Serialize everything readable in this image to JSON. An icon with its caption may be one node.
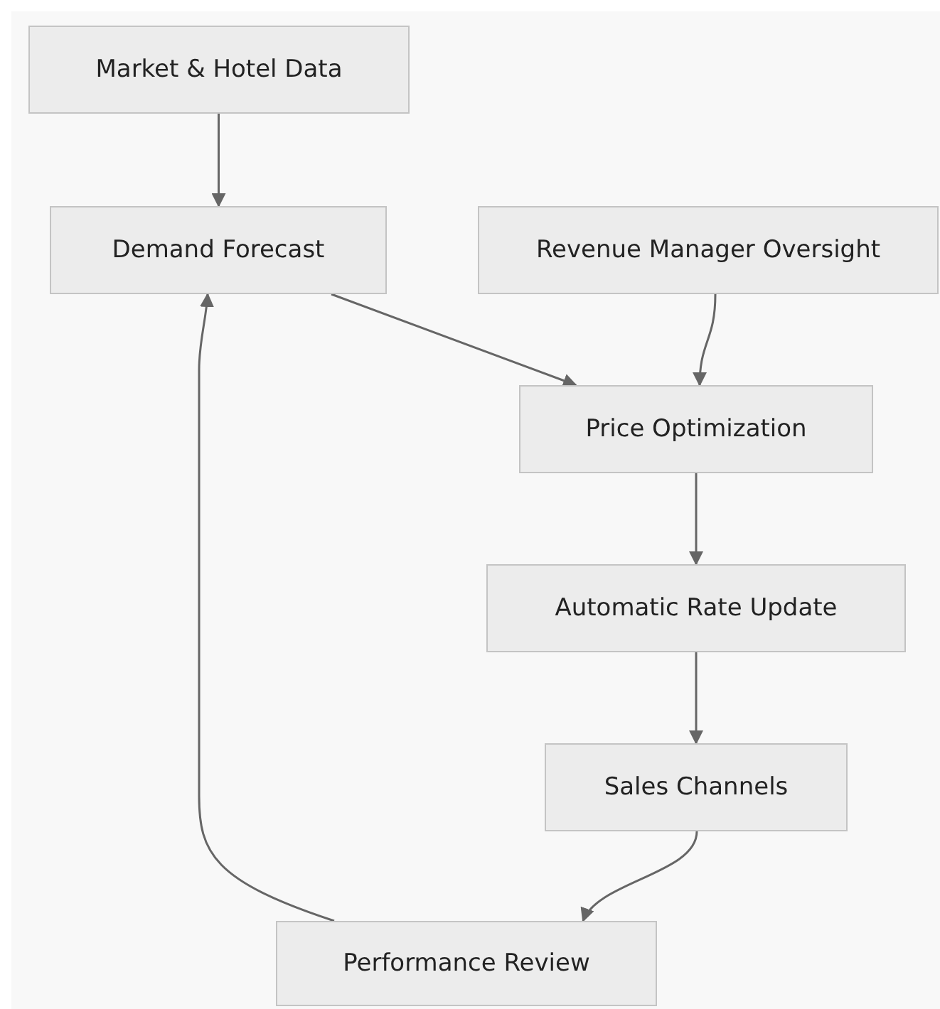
{
  "diagram": {
    "nodes": [
      {
        "text": [
          "Market & Hotel Data"
        ]
      },
      {
        "text": [
          "Demand Forecast"
        ]
      },
      {
        "text": [
          "Revenue Manager Oversight"
        ]
      },
      {
        "text": [
          "Price Optimization"
        ]
      },
      {
        "text": [
          "Automatic Rate Update"
        ]
      },
      {
        "text": [
          "Sales Channels"
        ]
      },
      {
        "text": [
          "Performance Review"
        ]
      }
    ],
    "edges": [
      {
        "from": 0,
        "to": 1,
        "arrow": "to"
      },
      {
        "from": 1,
        "to": 3,
        "arrow": "to"
      },
      {
        "from": 2,
        "to": 3,
        "arrow": "to"
      },
      {
        "from": 3,
        "to": 4,
        "arrow": "to"
      },
      {
        "from": 4,
        "to": 5,
        "arrow": "to"
      },
      {
        "from": 5,
        "to": 6,
        "arrow": "to"
      },
      {
        "from": 6,
        "to": 1,
        "arrow": "to"
      }
    ]
  }
}
